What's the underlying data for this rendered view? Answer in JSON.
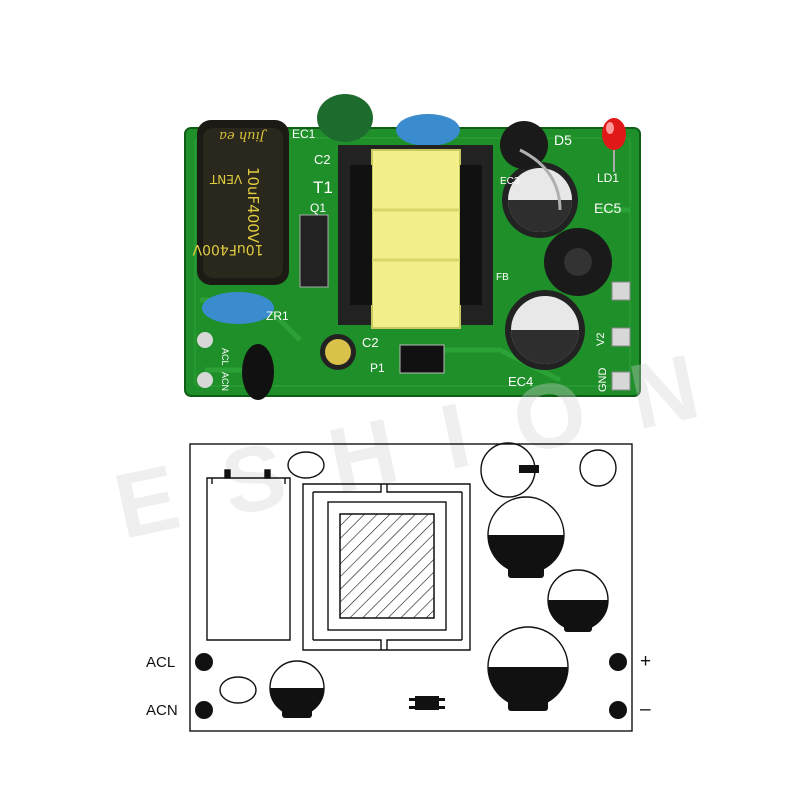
{
  "photo": {
    "capacitor_text": [
      "10uF400V",
      "VENT"
    ],
    "capacitor_brand": "Jiuh ea",
    "silkscreen": {
      "ec1": "EC1",
      "c2": "C2",
      "c2b": "C2",
      "t1": "T1",
      "q1": "Q1",
      "d5": "D5",
      "led": "LD1",
      "ec5": "EC5",
      "ec4": "EC4",
      "fb": "FB",
      "p1": "P1",
      "acl": "ACL",
      "acn": "ACN",
      "v2": "V2",
      "gnd": "GND",
      "zr1": "ZR1",
      "ec3": "EC3",
      "vent": "VENT"
    }
  },
  "watermark": "ESHION",
  "outline": {
    "labels": {
      "acl": "ACL",
      "acn": "ACN",
      "plus": "+",
      "minus": "–"
    }
  },
  "colors": {
    "pcb_green": "#1f8f2a",
    "pcb_dark": "#136b1c",
    "transformer_yellow": "#f2f08a",
    "cap_blue": "#3a8ccf",
    "cap_green": "#1e6b2e",
    "led_red": "#e01818",
    "outline_stroke": "#111111"
  }
}
